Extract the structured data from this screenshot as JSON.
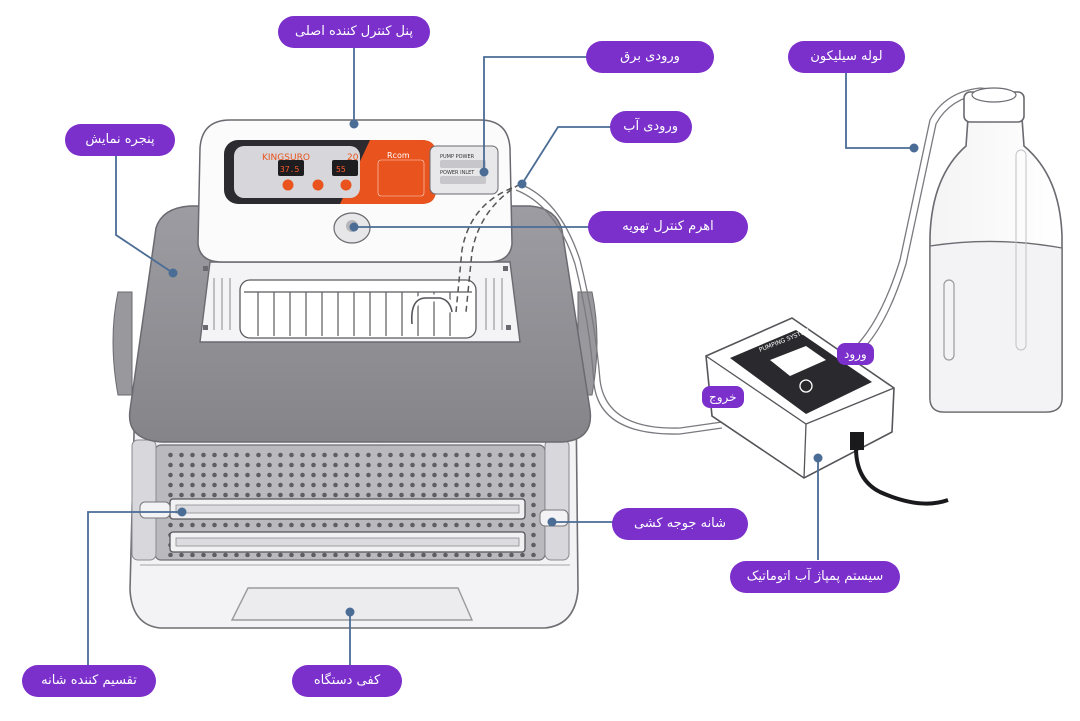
{
  "labels": {
    "main_control_panel": "پنل کنترل کننده اصلی",
    "power_input": "ورودی برق",
    "water_input": "ورودی آب",
    "vent_lever": "اهرم کنترل تهویه",
    "view_window": "پنجره نمایش",
    "silicone_tube": "لوله سیلیکون",
    "hatching_tray": "شانه جوجه کشی",
    "auto_pump_system": "سیستم پمپاژ آب اتوماتیک",
    "tray_divider": "تقسیم کننده شانه",
    "device_base": "کفی دستگاه",
    "inlet": "ورود",
    "outlet": "خروج"
  },
  "device_text": {
    "brand": "KINGSURO",
    "model_suffix": "20",
    "maker": "Rcom",
    "pump_power": "PUMP POWER",
    "power_inlet": "POWER INLET",
    "pumping_system": "PUMPING SYSTEM",
    "display_left": "37.5",
    "display_right": "55"
  },
  "colors": {
    "label_bg": "#7b2fcb",
    "leader_line": "#4a6c95",
    "accent_orange": "#e9531d",
    "body_gray": "#8f8f95",
    "panel_dark": "#2b2b30"
  }
}
